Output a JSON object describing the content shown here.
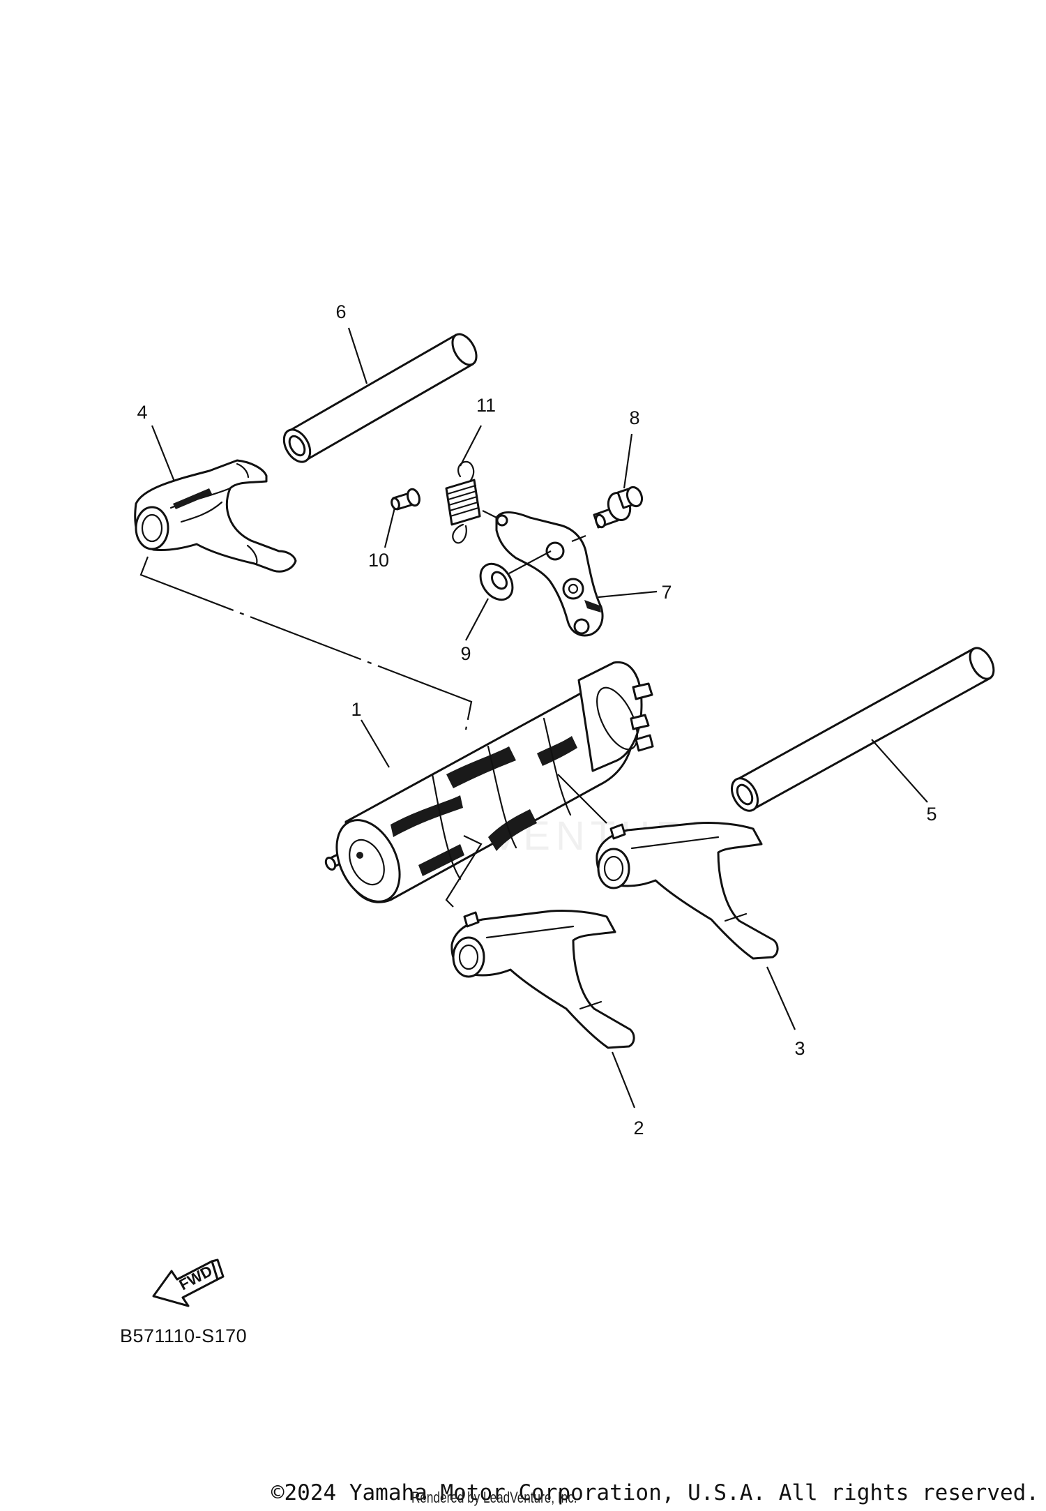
{
  "diagram": {
    "code": "B571110-S170",
    "fwd_label": "FWD",
    "watermark": "LEADVENTURE",
    "copyright": "©2024 Yamaha Motor Corporation, U.S.A. All rights reserved.",
    "rendered_by": "Rendered by LeadVenture, Inc.",
    "callouts": {
      "c1": "1",
      "c2": "2",
      "c3": "3",
      "c4": "4",
      "c5": "5",
      "c6": "6",
      "c7": "7",
      "c8": "8",
      "c9": "9",
      "c10": "10",
      "c11": "11"
    }
  }
}
